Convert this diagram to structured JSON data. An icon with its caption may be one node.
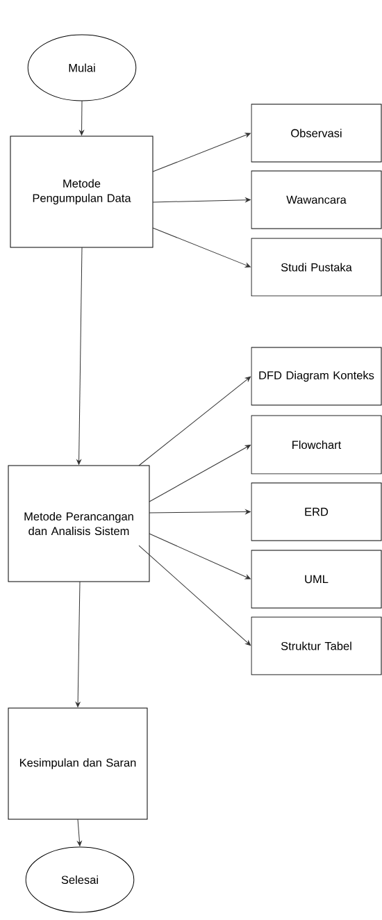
{
  "diagram": {
    "nodes": [
      {
        "text": [
          "Mulai"
        ]
      },
      {
        "text": [
          "Metode Pengumpulan Data"
        ]
      },
      {
        "text": [
          "Observasi"
        ]
      },
      {
        "text": [
          "Wawancara"
        ]
      },
      {
        "text": [
          "Studi Pustaka"
        ]
      },
      {
        "text": [
          "DFD Diagram Konteks"
        ]
      },
      {
        "text": [
          "Flowchart"
        ]
      },
      {
        "text": [
          "ERD"
        ]
      },
      {
        "text": [
          "UML"
        ]
      },
      {
        "text": [
          "Struktur Tabel"
        ]
      },
      {
        "text": [
          "Metode Perancangan dan Analisis Sistem"
        ]
      },
      {
        "text": [
          "Kesimpulan dan Saran"
        ]
      },
      {
        "text": [
          "Selesai"
        ]
      }
    ],
    "edges": [
      {
        "from": 0,
        "to": 1,
        "arrow": "to"
      },
      {
        "from": 1,
        "to": 2,
        "arrow": "to"
      },
      {
        "from": 1,
        "to": 3,
        "arrow": "to"
      },
      {
        "from": 1,
        "to": 4,
        "arrow": "to"
      },
      {
        "from": 1,
        "to": 10,
        "arrow": "to"
      },
      {
        "from": 10,
        "to": 5,
        "arrow": "to"
      },
      {
        "from": 10,
        "to": 6,
        "arrow": "to"
      },
      {
        "from": 10,
        "to": 7,
        "arrow": "to"
      },
      {
        "from": 10,
        "to": 8,
        "arrow": "to"
      },
      {
        "from": 10,
        "to": 9,
        "arrow": "to"
      },
      {
        "from": 10,
        "to": 11,
        "arrow": "to"
      },
      {
        "from": 11,
        "to": 12,
        "arrow": "to"
      }
    ]
  }
}
